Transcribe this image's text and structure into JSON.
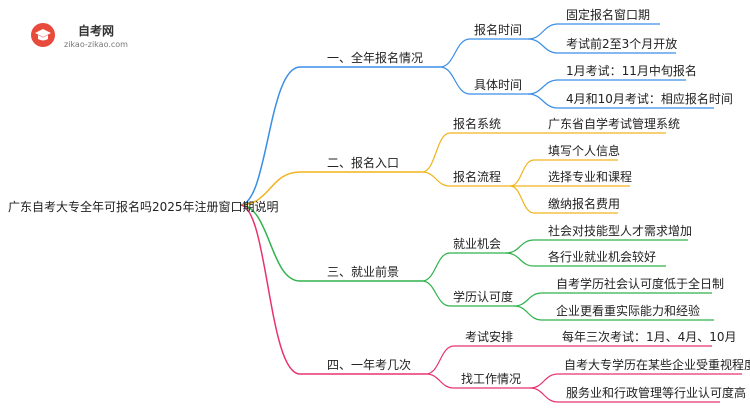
{
  "logo": {
    "title": "自考网",
    "url": "zikao-zikao.com"
  },
  "root": "广东自考大专全年可报名吗2025年注册窗口期说明",
  "branches": [
    {
      "label": "一、全年报名情况",
      "color": "#3a8ee6",
      "children": [
        {
          "label": "报名时间",
          "leaves": [
            "固定报名窗口期",
            "考试前2至3个月开放"
          ]
        },
        {
          "label": "具体时间",
          "leaves": [
            "1月考试：11月中旬报名",
            "4月和10月考试：相应报名时间"
          ]
        }
      ]
    },
    {
      "label": "二、报名入口",
      "color": "#f0b41e",
      "children": [
        {
          "label": "报名系统",
          "leaves": [
            "广东省自学考试管理系统"
          ]
        },
        {
          "label": "报名流程",
          "leaves": [
            "填写个人信息",
            "选择专业和课程",
            "缴纳报名费用"
          ]
        }
      ]
    },
    {
      "label": "三、就业前景",
      "color": "#2fb24c",
      "children": [
        {
          "label": "就业机会",
          "leaves": [
            "社会对技能型人才需求增加",
            "各行业就业机会较好"
          ]
        },
        {
          "label": "学历认可度",
          "leaves": [
            "自考学历社会认可度低于全日制",
            "企业更看重实际能力和经验"
          ]
        }
      ]
    },
    {
      "label": "四、一年考几次",
      "color": "#e8336e",
      "children": [
        {
          "label": "考试安排",
          "leaves": [
            "每年三次考试：1月、4月、10月"
          ]
        },
        {
          "label": "找工作情况",
          "leaves": [
            "自考大专学历在某些企业受重视程度低",
            "服务业和行政管理等行业认可度高"
          ]
        }
      ]
    }
  ]
}
